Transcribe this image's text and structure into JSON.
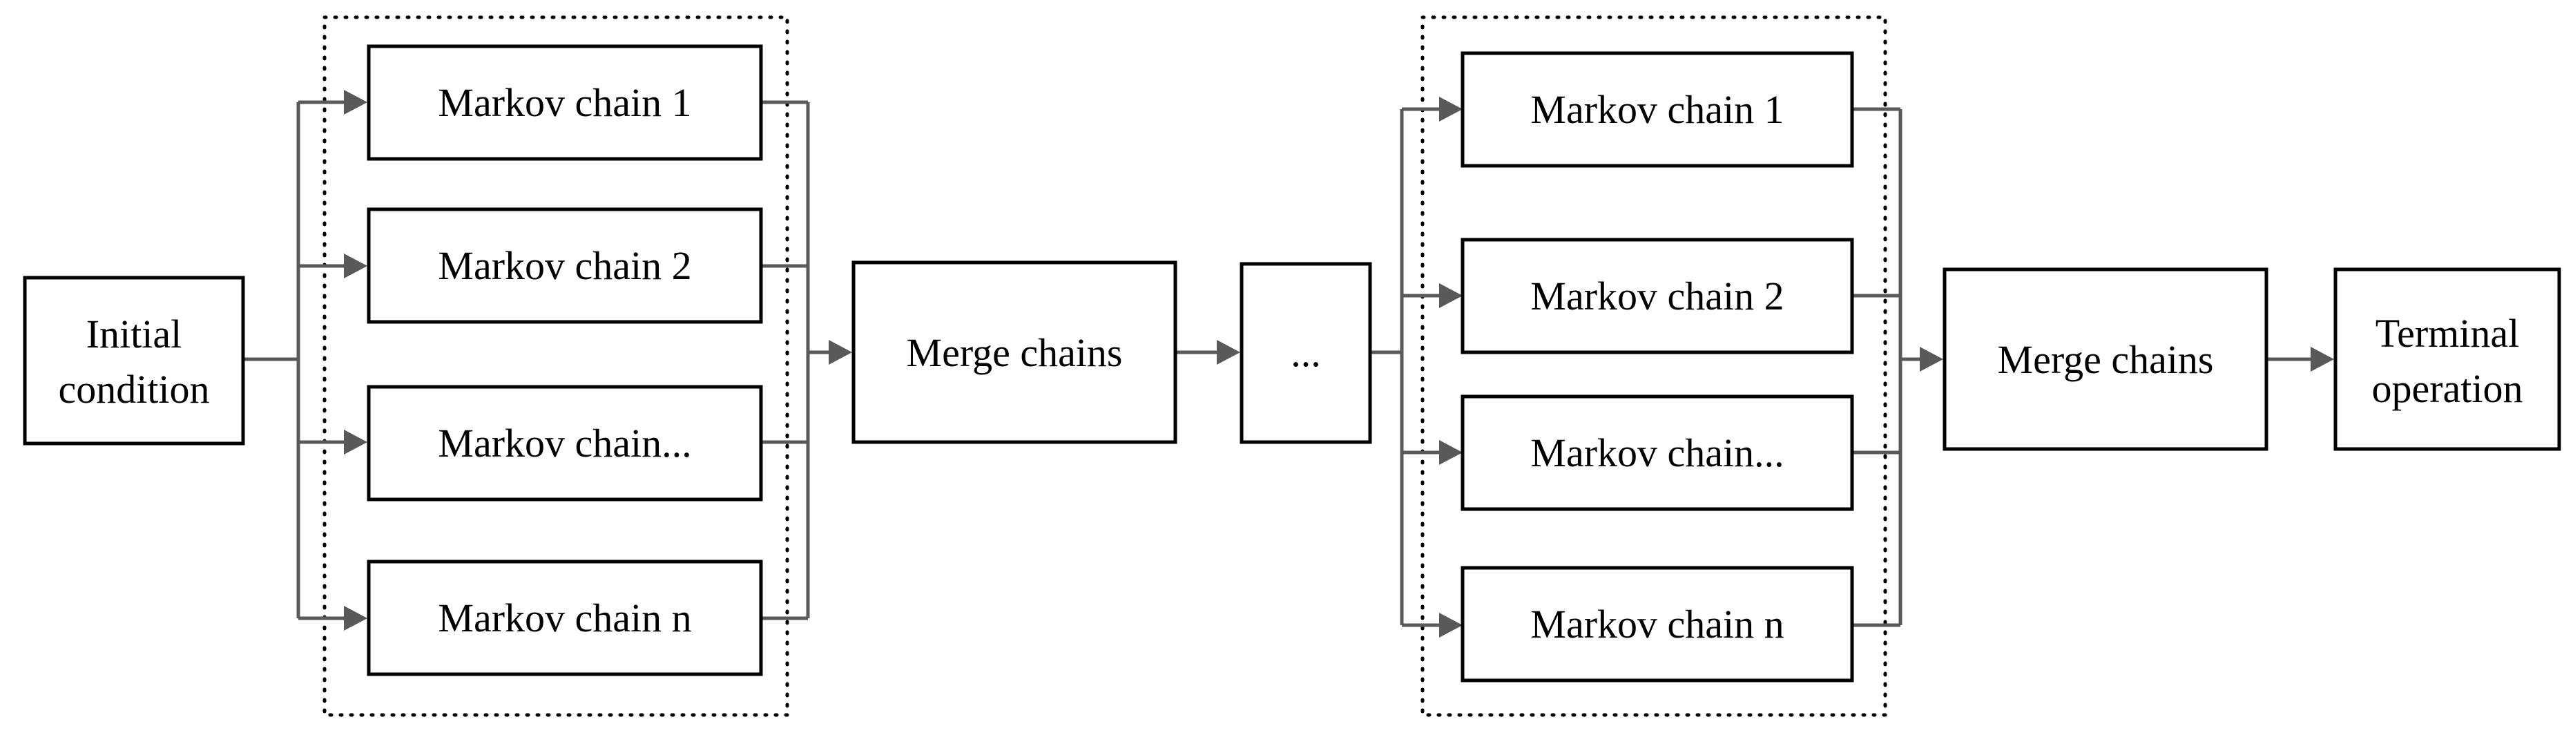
{
  "initial": {
    "line1": "Initial",
    "line2": "condition"
  },
  "stage1": {
    "chains": [
      "Markov chain 1",
      "Markov chain 2",
      "Markov chain...",
      "Markov chain n"
    ]
  },
  "merge1": {
    "label": "Merge chains"
  },
  "ellipsis": {
    "label": "..."
  },
  "stage2": {
    "chains": [
      "Markov chain 1",
      "Markov chain 2",
      "Markov chain...",
      "Markov chain n"
    ]
  },
  "merge2": {
    "label": "Merge chains"
  },
  "terminal": {
    "line1": "Terminal",
    "line2": "operation"
  }
}
